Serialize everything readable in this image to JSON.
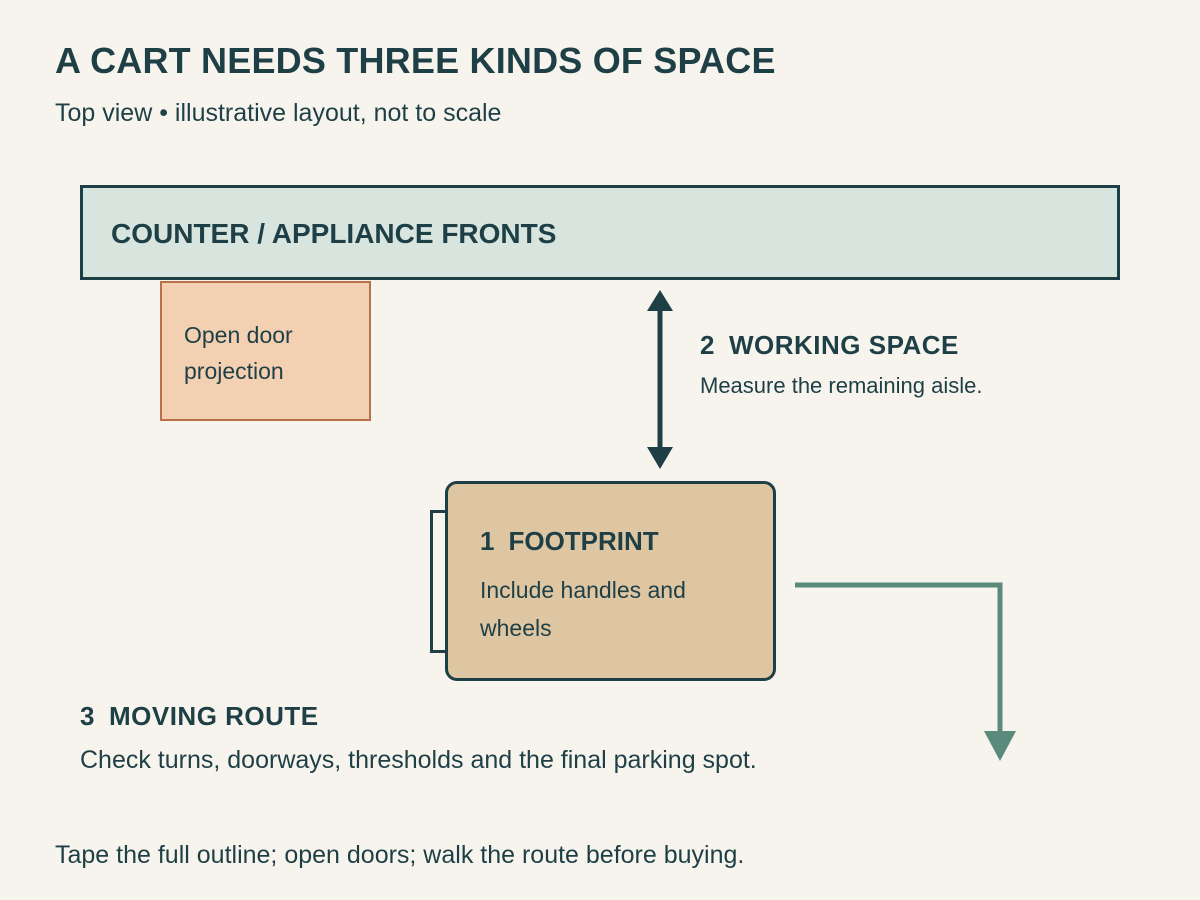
{
  "title": "A CART NEEDS THREE KINDS OF SPACE",
  "subtitle": "Top view • illustrative layout, not to scale",
  "counter": {
    "label": "COUNTER / APPLIANCE FRONTS"
  },
  "door": {
    "label": "Open door projection"
  },
  "footprint": {
    "number": "1",
    "heading": "FOOTPRINT",
    "body": "Include handles and wheels"
  },
  "working_space": {
    "number": "2",
    "heading": "WORKING SPACE",
    "body": "Measure the remaining aisle."
  },
  "moving_route": {
    "number": "3",
    "heading": "MOVING ROUTE",
    "body": "Check turns, doorways, thresholds and the final parking spot."
  },
  "footer": "Tape the full outline; open doors; walk the route before buying.",
  "colors": {
    "ink": "#1e3f45",
    "background": "#f7f4ee",
    "counter_fill": "#d8e5df",
    "door_fill": "#f2d0b1",
    "door_border": "#b87148",
    "cart_fill": "#dec6a3",
    "route_arrow": "#5a8a7c"
  }
}
